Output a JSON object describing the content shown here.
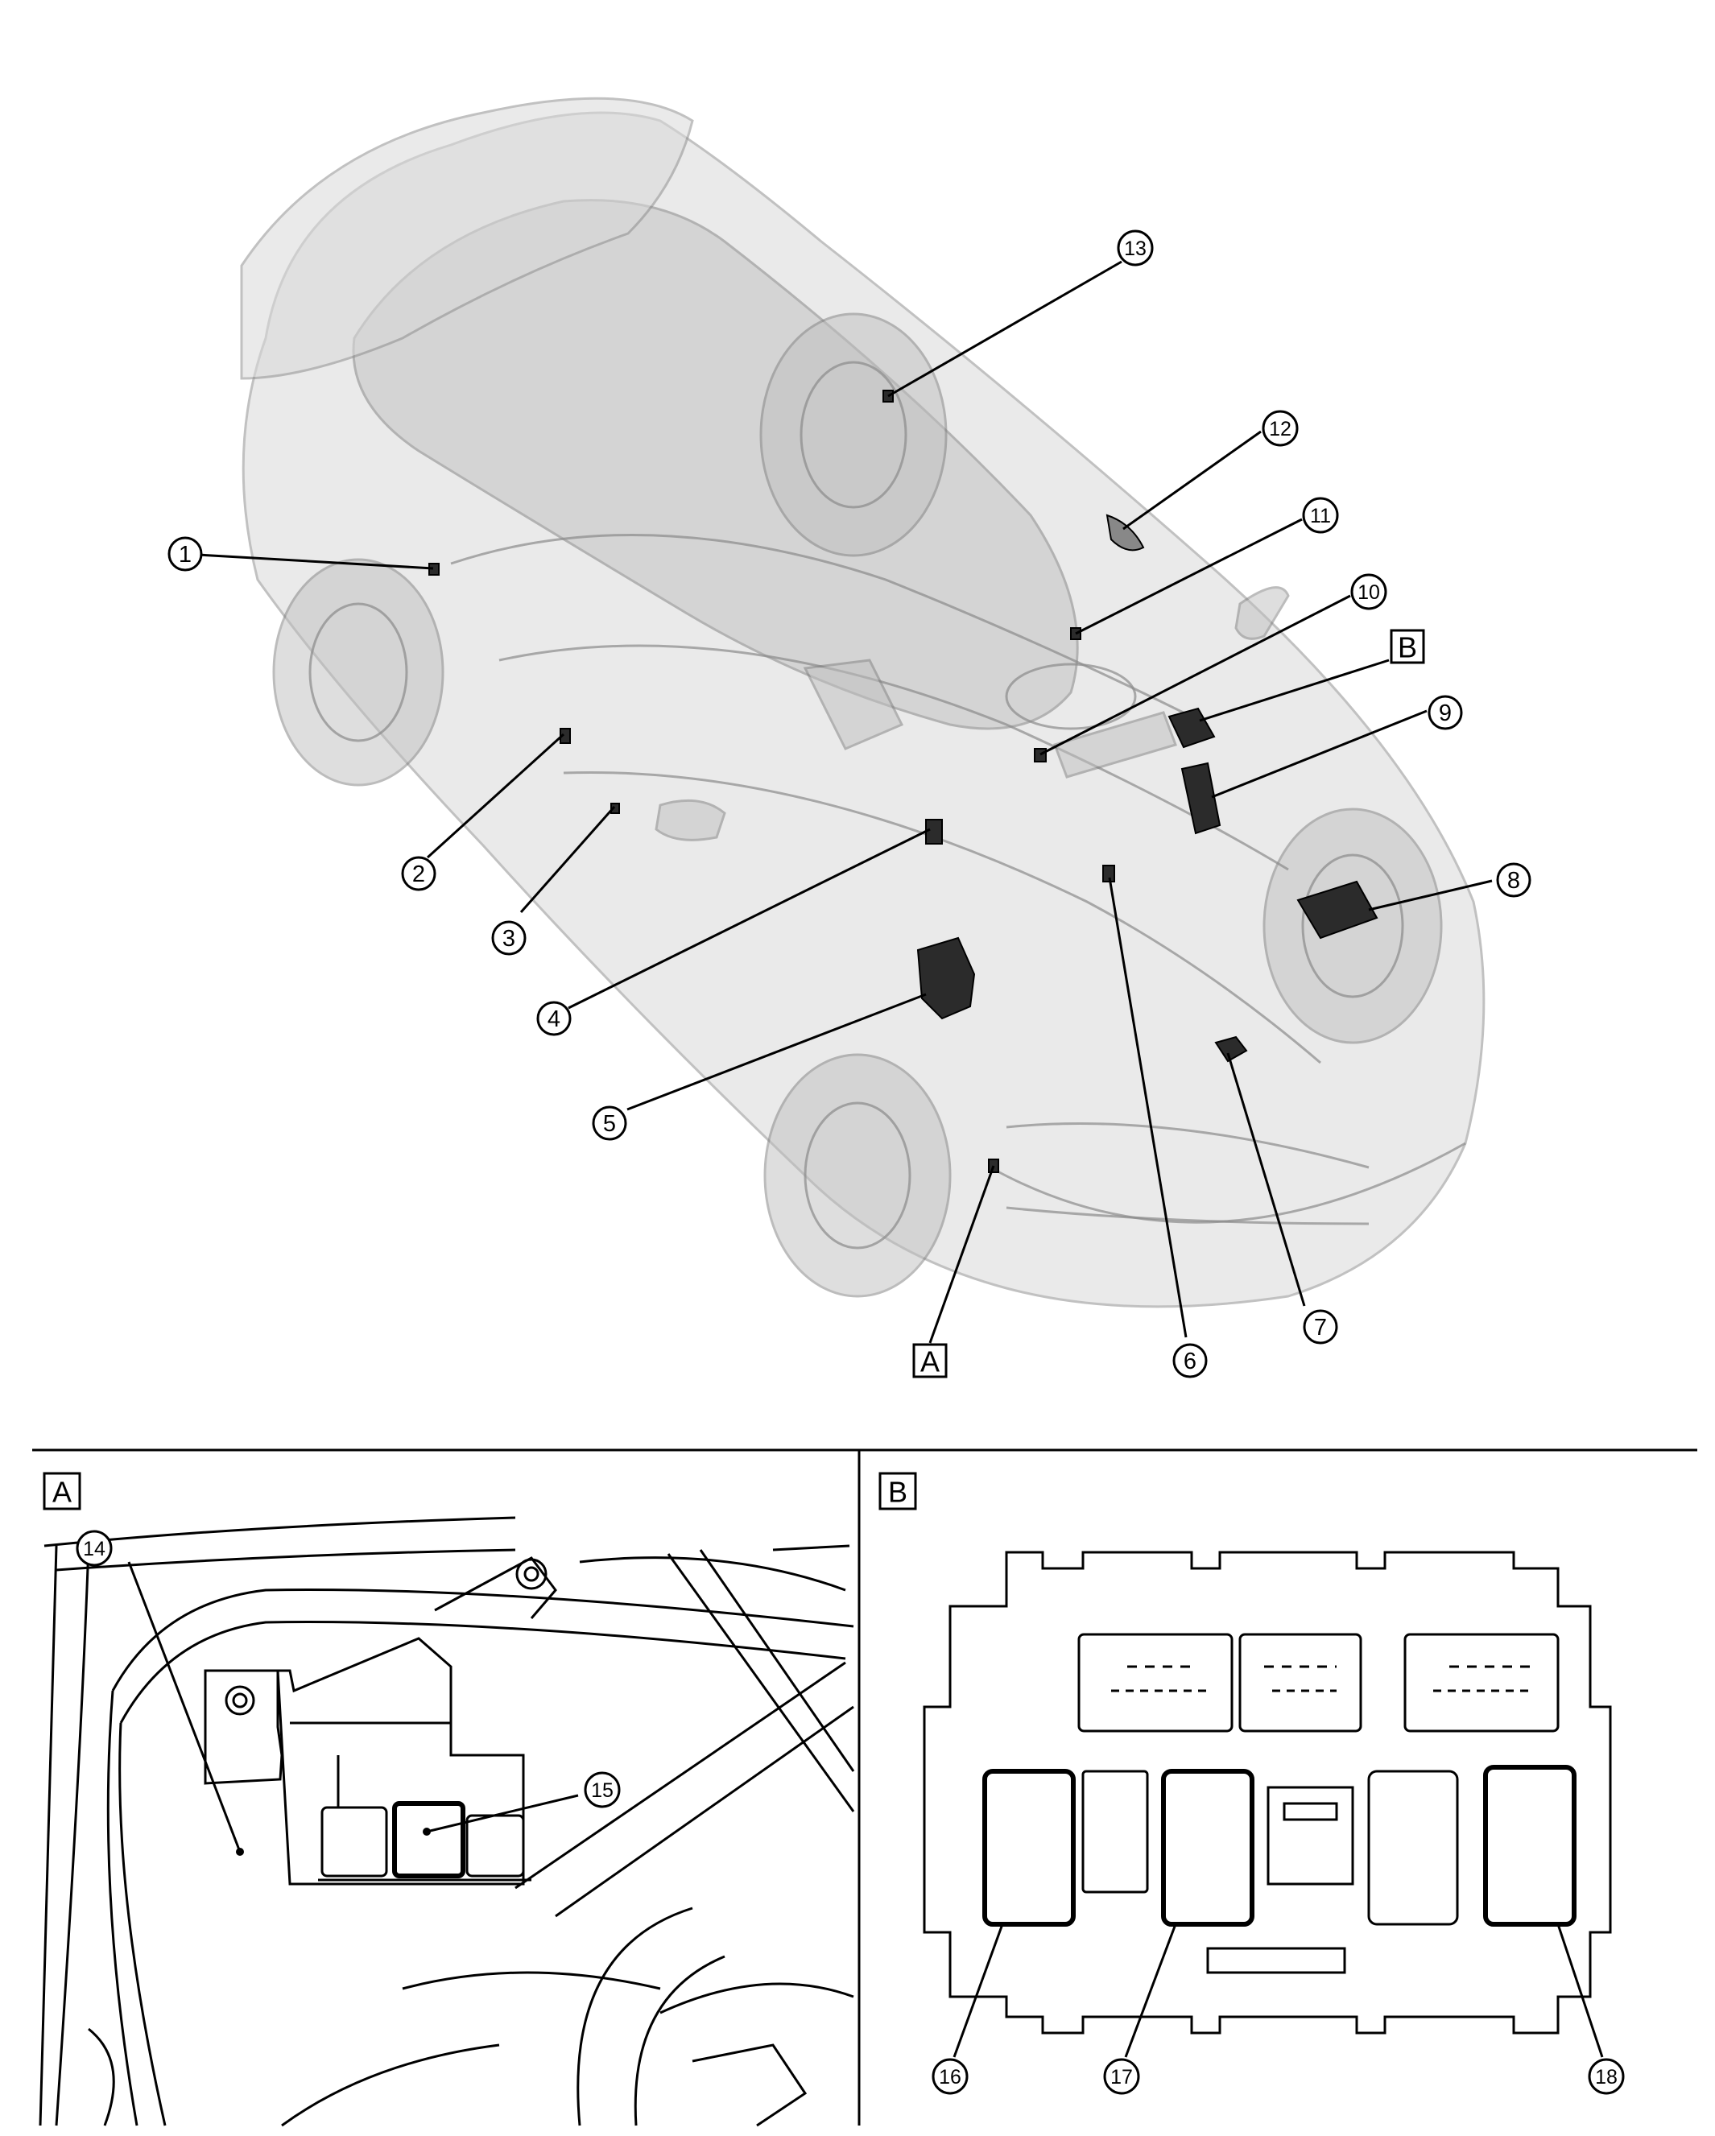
{
  "callouts": [
    {
      "id": "1"
    },
    {
      "id": "2"
    },
    {
      "id": "3"
    },
    {
      "id": "4"
    },
    {
      "id": "5"
    },
    {
      "id": "6"
    },
    {
      "id": "7"
    },
    {
      "id": "8"
    },
    {
      "id": "9"
    },
    {
      "id": "10"
    },
    {
      "id": "11"
    },
    {
      "id": "12"
    },
    {
      "id": "13"
    },
    {
      "id": "14"
    },
    {
      "id": "15"
    },
    {
      "id": "16"
    },
    {
      "id": "17"
    },
    {
      "id": "18"
    }
  ],
  "view_labels": {
    "a": "A",
    "b": "B"
  },
  "detail_panels": {
    "a_title": "A",
    "b_title": "B"
  }
}
